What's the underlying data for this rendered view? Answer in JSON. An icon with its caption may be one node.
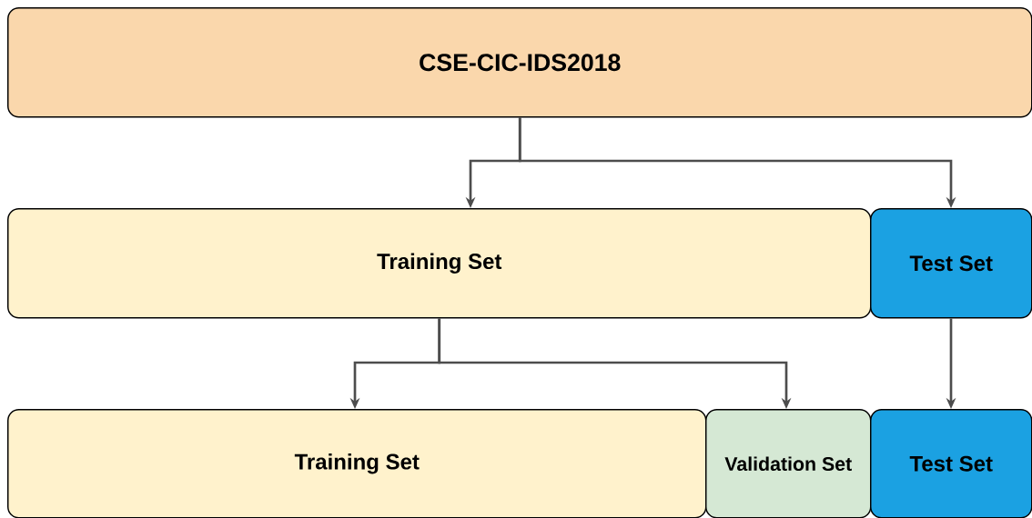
{
  "diagram": {
    "nodes": [
      {
        "text": [
          "CSE-CIC-IDS2018"
        ]
      },
      {
        "text": [
          "Training Set"
        ]
      },
      {
        "text": [
          "Test Set"
        ]
      },
      {
        "text": [
          "Training Set"
        ]
      },
      {
        "text": [
          "Validation Set"
        ]
      },
      {
        "text": [
          "Test Set"
        ]
      }
    ],
    "edges": [
      {
        "from": 0,
        "to": 1,
        "arrow": "to"
      },
      {
        "from": 0,
        "to": 2,
        "arrow": "to"
      },
      {
        "from": 1,
        "to": 3,
        "arrow": "to"
      },
      {
        "from": 1,
        "to": 4,
        "arrow": "to"
      },
      {
        "from": 2,
        "to": 5,
        "arrow": "to"
      }
    ]
  }
}
